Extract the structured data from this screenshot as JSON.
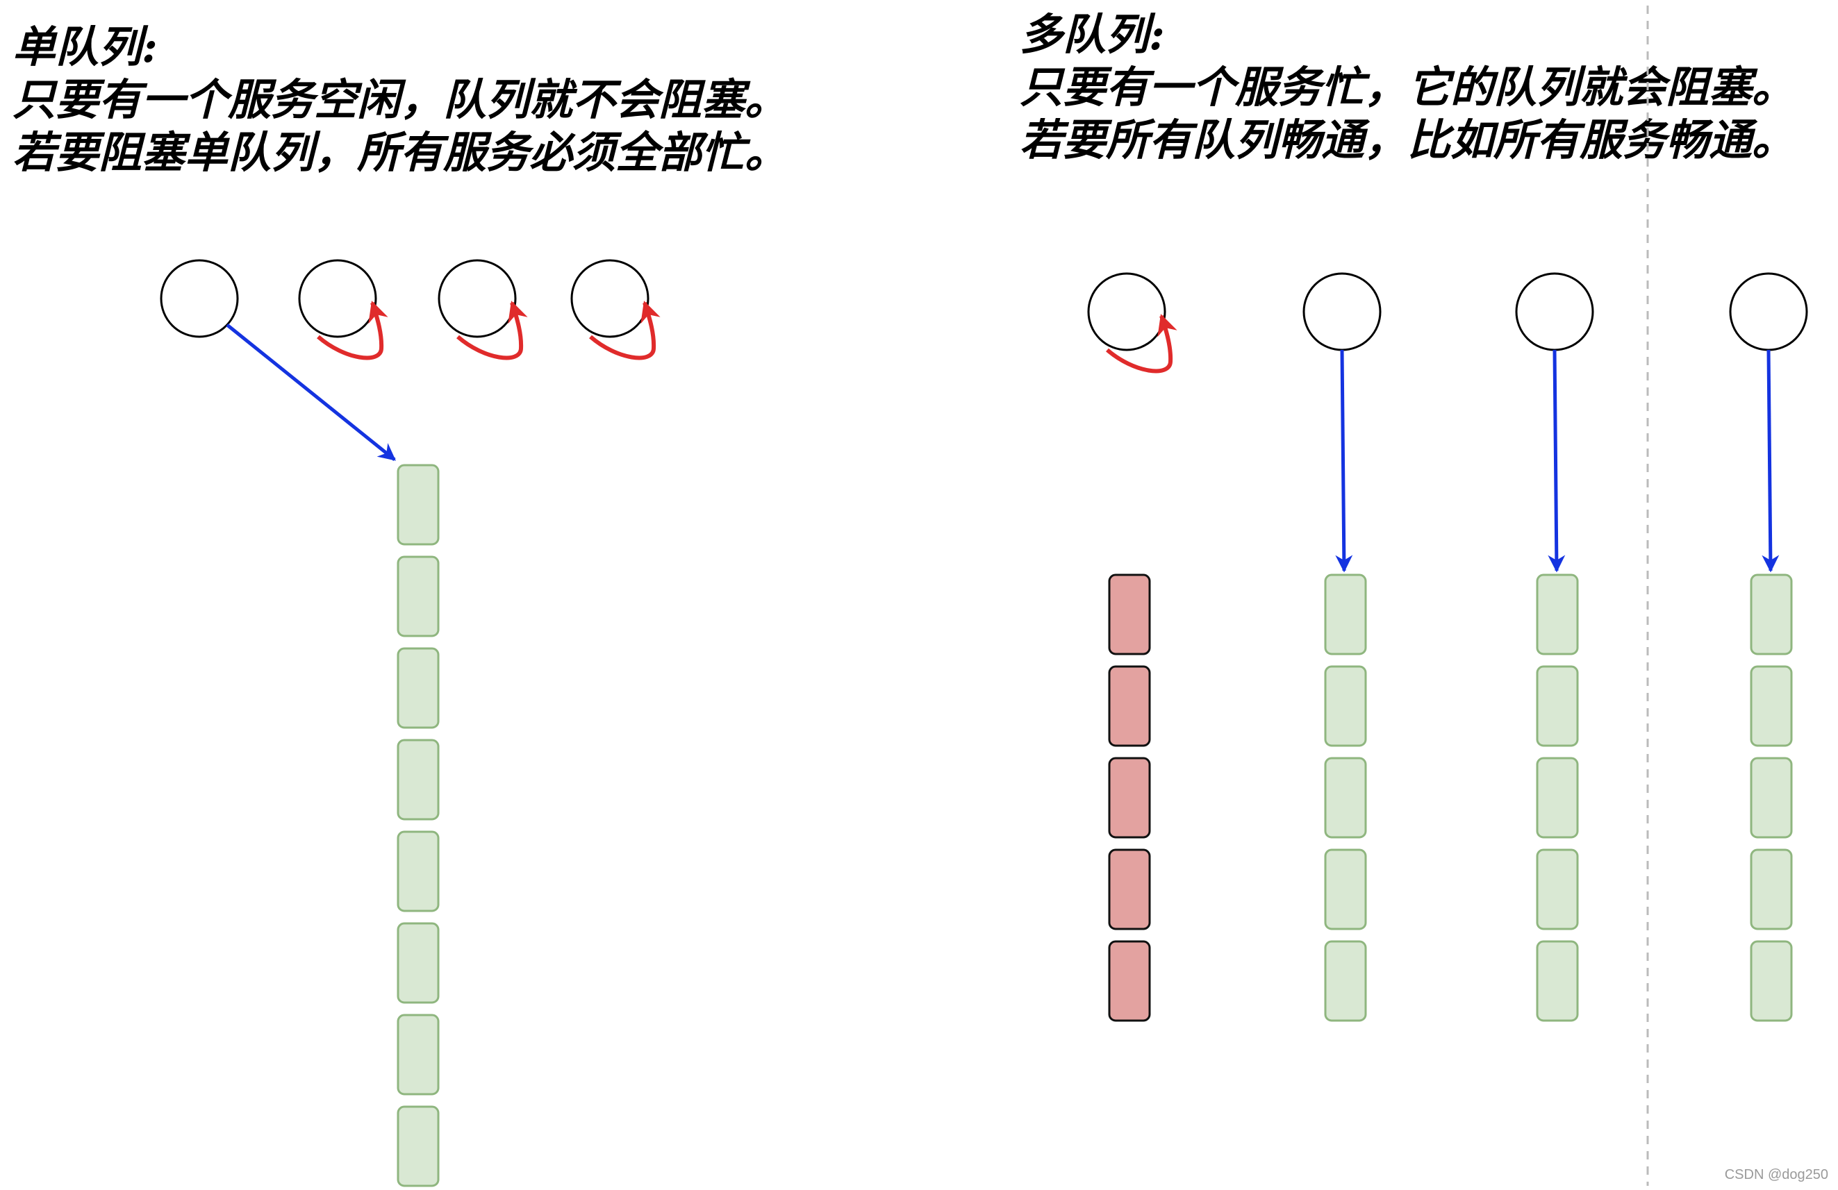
{
  "left_panel": {
    "heading": "单队列:",
    "line1": "只要有一个服务空闲，队列就不会阻塞。",
    "line2": "若要阻塞单队列，所有服务必须全部忙。",
    "servers": [
      {
        "state": "serving"
      },
      {
        "state": "busy"
      },
      {
        "state": "busy"
      },
      {
        "state": "busy"
      }
    ],
    "queue": {
      "length": 8,
      "status": "flowing"
    }
  },
  "right_panel": {
    "heading": "多队列:",
    "line1": "只要有一个服务忙，它的队列就会阻塞。",
    "line2": "若要所有队列畅通，比如所有服务畅通。",
    "servers": [
      {
        "state": "busy",
        "queue_length": 5,
        "queue_status": "blocked"
      },
      {
        "state": "serving",
        "queue_length": 5,
        "queue_status": "flowing"
      },
      {
        "state": "serving",
        "queue_length": 5,
        "queue_status": "flowing"
      },
      {
        "state": "serving",
        "queue_length": 5,
        "queue_status": "flowing"
      }
    ]
  },
  "colors": {
    "serve_arrow": "#1433e0",
    "busy_arrow": "#e02b2b",
    "flowing_fill": "#d9e8d3",
    "flowing_stroke": "#8fb67f",
    "blocked_fill": "#e3a2a0",
    "blocked_stroke": "#111111",
    "divider": "#bbbbbb"
  },
  "watermark": "CSDN @dog250"
}
